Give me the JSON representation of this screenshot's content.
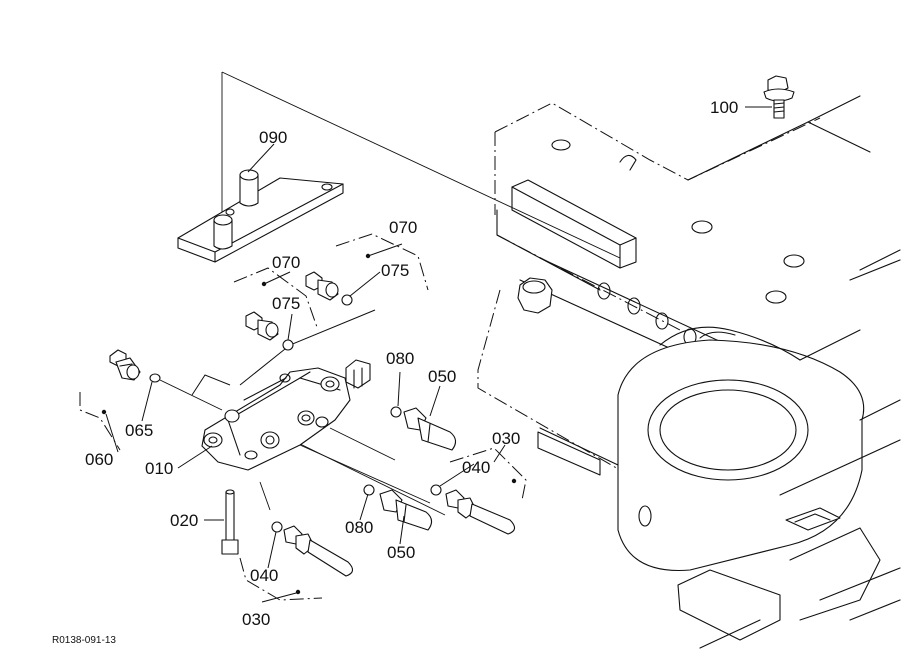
{
  "drawing": {
    "reference_code": "R0138-091-13"
  },
  "callouts": [
    {
      "id": "010",
      "text": "010"
    },
    {
      "id": "020",
      "text": "020"
    },
    {
      "id": "030a",
      "text": "030"
    },
    {
      "id": "030b",
      "text": "030"
    },
    {
      "id": "040a",
      "text": "040"
    },
    {
      "id": "040b",
      "text": "040"
    },
    {
      "id": "050a",
      "text": "050"
    },
    {
      "id": "050b",
      "text": "050"
    },
    {
      "id": "060",
      "text": "060"
    },
    {
      "id": "065",
      "text": "065"
    },
    {
      "id": "070a",
      "text": "070"
    },
    {
      "id": "070b",
      "text": "070"
    },
    {
      "id": "075a",
      "text": "075"
    },
    {
      "id": "075b",
      "text": "075"
    },
    {
      "id": "080a",
      "text": "080"
    },
    {
      "id": "080b",
      "text": "080"
    },
    {
      "id": "090",
      "text": "090"
    },
    {
      "id": "100",
      "text": "100"
    }
  ],
  "icons": {
    "bolt": "bolt-icon",
    "valve_body": "valve-body-icon",
    "fitting": "fitting-icon",
    "o_ring": "o-ring-icon",
    "lever": "lever-icon",
    "plug": "plug-icon"
  }
}
